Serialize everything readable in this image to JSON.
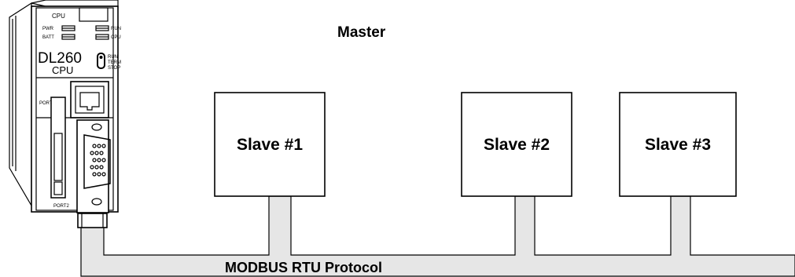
{
  "master": {
    "label": "Master",
    "plc": {
      "cpu_label": "CPU",
      "led_left": [
        "PWR",
        "BATT"
      ],
      "led_right": [
        "RUN",
        "CPU"
      ],
      "model": "DL260",
      "model_sub": "CPU",
      "switch_positions": [
        "RUN",
        "TERM",
        "STOP"
      ],
      "port1": "PORT 1",
      "port2": "PORT2"
    }
  },
  "slaves": [
    {
      "label": "Slave #1"
    },
    {
      "label": "Slave #2"
    },
    {
      "label": "Slave #3"
    }
  ],
  "network": {
    "protocol": "MODBUS RTU Protocol"
  }
}
